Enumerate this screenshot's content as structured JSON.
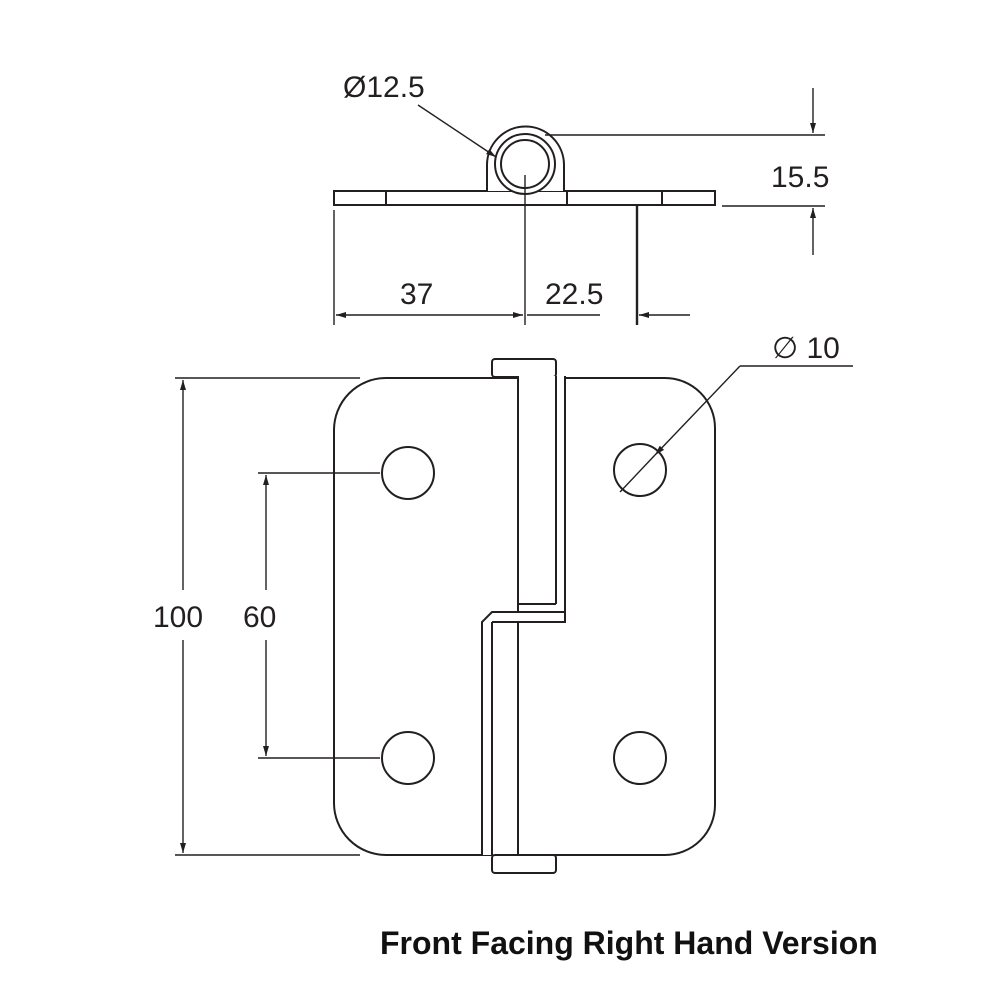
{
  "dimensions": {
    "pin_diameter": "Ø12.5",
    "knuckle_height": "15.5",
    "leaf_left_width": "37",
    "leaf_right_width": "22.5",
    "hole_diameter": "∅ 10",
    "overall_height": "100",
    "hole_spacing": "60"
  },
  "caption": "Front Facing Right Hand Version",
  "colors": {
    "line": "#231f20",
    "background": "#ffffff"
  }
}
